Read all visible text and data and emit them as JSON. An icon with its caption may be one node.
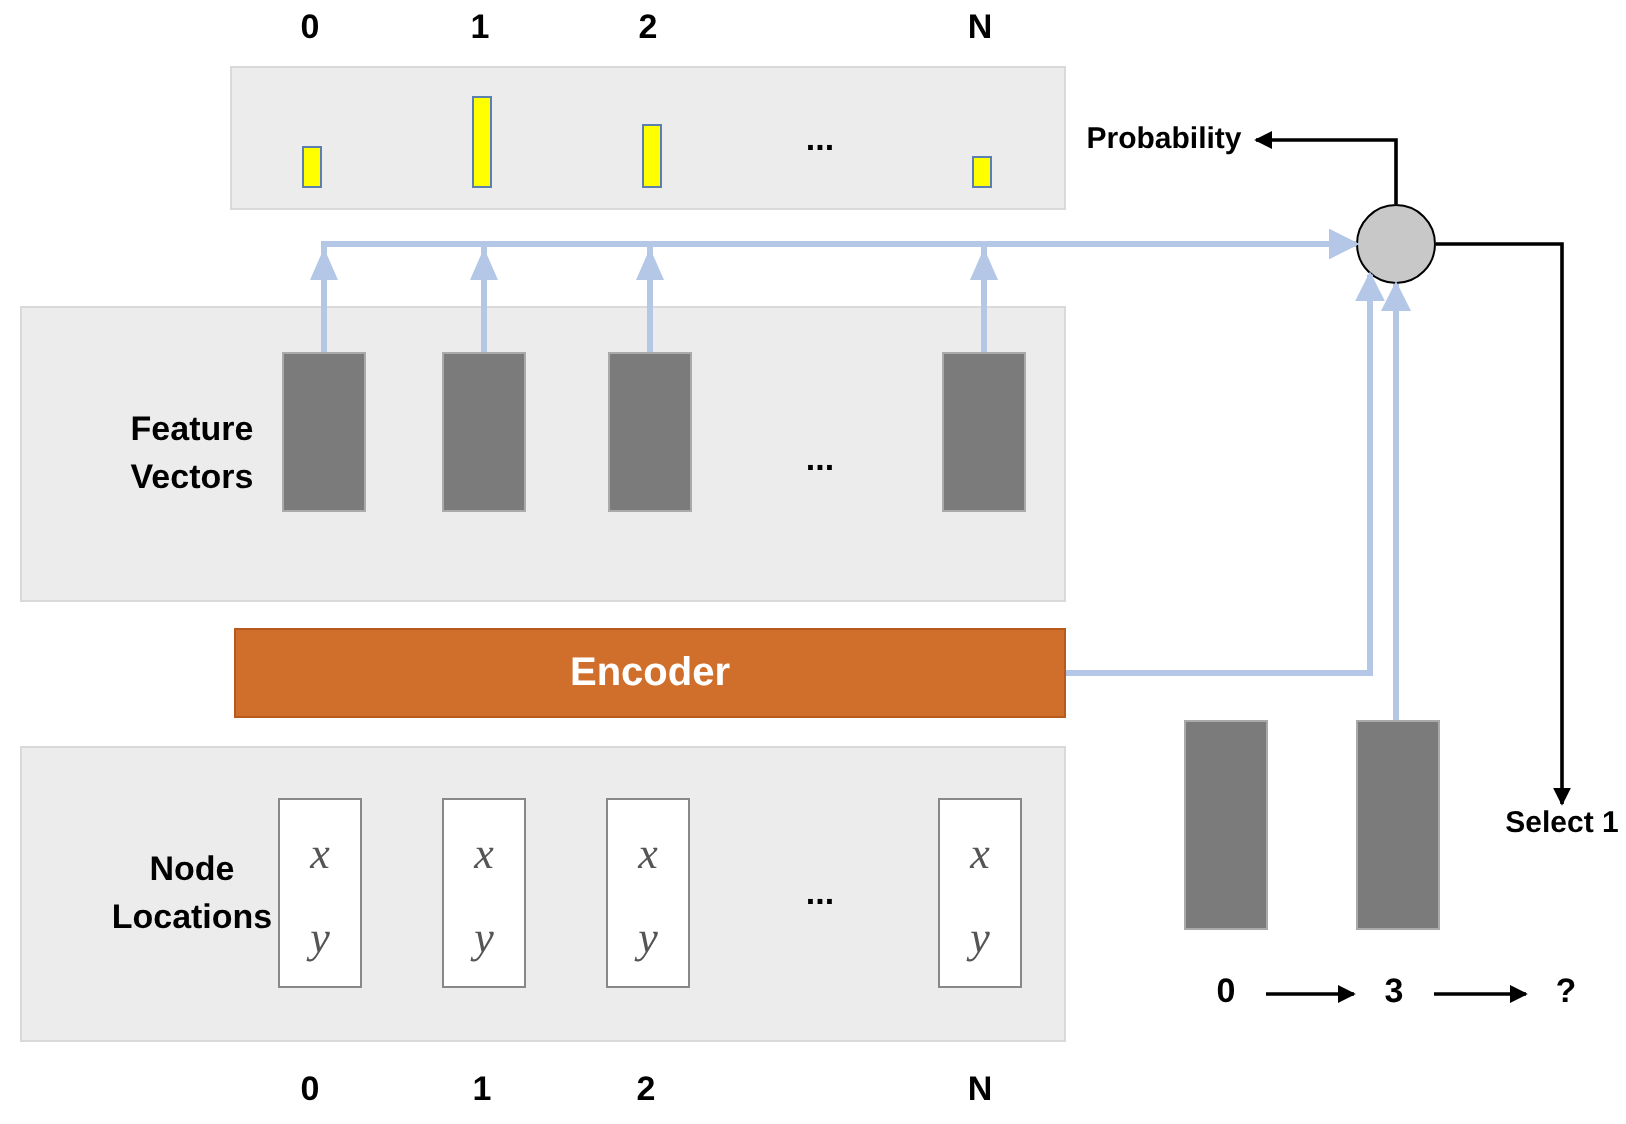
{
  "diagram": {
    "nodes": [
      {
        "text": [],
        "shape": "box"
      },
      {
        "text": [],
        "shape": "bar",
        "in": 0
      },
      {
        "text": [],
        "shape": "bar",
        "in": 0
      },
      {
        "text": [],
        "shape": "bar",
        "in": 0
      },
      {
        "text": [],
        "shape": "bar",
        "in": 0
      },
      {
        "text": [
          "Feature Vectors"
        ]
      },
      {
        "text": [],
        "shape": "bar",
        "in": 5
      },
      {
        "text": [],
        "shape": "bar",
        "in": 5
      },
      {
        "text": [],
        "shape": "bar",
        "in": 5
      },
      {
        "text": [],
        "shape": "bar",
        "in": 5
      },
      {
        "text": [
          "Encoder"
        ]
      },
      {
        "text": [
          "Node Locations"
        ]
      },
      {
        "text": [
          "x",
          "y"
        ],
        "in": 11
      },
      {
        "text": [
          "x",
          "y"
        ],
        "in": 11
      },
      {
        "text": [
          "x",
          "y"
        ],
        "in": 11
      },
      {
        "text": [
          "x",
          "y"
        ],
        "in": 11
      },
      {
        "text": [],
        "shape": "circle"
      },
      {
        "text": [],
        "shape": "bar"
      },
      {
        "text": [],
        "shape": "bar"
      },
      {
        "text": [
          "Probability"
        ]
      },
      {
        "text": [
          "Select 1"
        ]
      },
      {
        "text": [
          "0"
        ]
      },
      {
        "text": [
          "3"
        ]
      },
      {
        "text": [
          "?"
        ]
      }
    ],
    "edges": [
      {
        "from": 6,
        "to": 16,
        "arrow": "to"
      },
      {
        "from": 7,
        "to": 16,
        "arrow": "to"
      },
      {
        "from": 8,
        "to": 16,
        "arrow": "to"
      },
      {
        "from": 9,
        "to": 16,
        "arrow": "to"
      },
      {
        "from": 10,
        "to": 16,
        "arrow": "to"
      },
      {
        "from": 18,
        "to": 16,
        "arrow": "to"
      },
      {
        "from": 16,
        "to": 19,
        "arrow": "to",
        "color": "#000000"
      },
      {
        "from": 16,
        "to": 20,
        "arrow": "to",
        "color": "#000000"
      },
      {
        "from": 21,
        "to": 22,
        "arrow": "to",
        "color": "#000000"
      },
      {
        "from": 22,
        "to": 23,
        "arrow": "to",
        "color": "#000000"
      }
    ],
    "labels": [
      "0",
      "1",
      "2",
      "N",
      "...",
      "...",
      "...",
      "0",
      "1",
      "2",
      "N"
    ]
  }
}
